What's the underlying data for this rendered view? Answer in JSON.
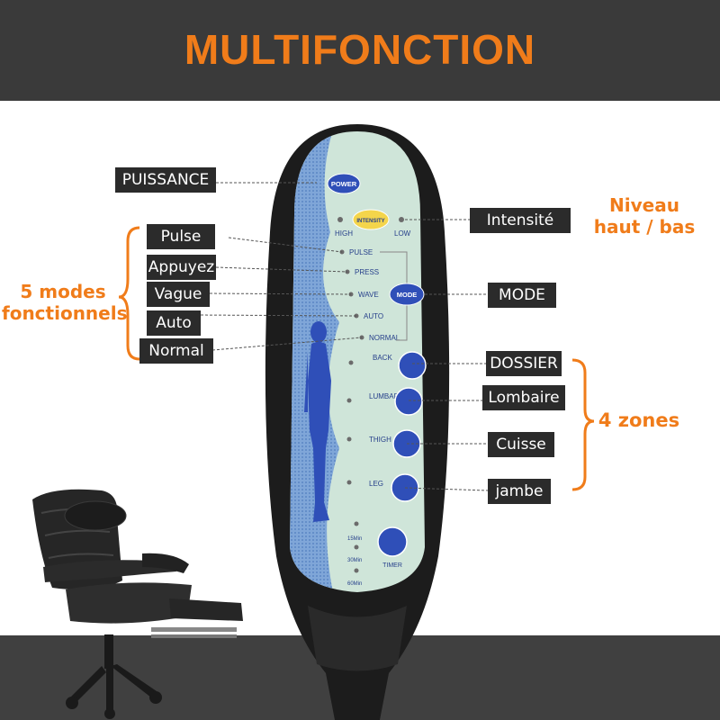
{
  "header": {
    "title": "MULTIFONCTION"
  },
  "callouts": {
    "power": "PUISSANCE",
    "intensity": "Intensité",
    "mode": "MODE",
    "modes": [
      "Pulse",
      "Appuyez",
      "Vague",
      "Auto",
      "Normal"
    ],
    "zones": [
      "DOSSIER",
      "Lombaire",
      "Cuisse",
      "jambe"
    ]
  },
  "annotations": {
    "level_line1": "Niveau",
    "level_line2": "haut / bas",
    "modes_line1": "5 modes",
    "modes_line2": "fonctionnels",
    "zones": "4 zones"
  },
  "remote": {
    "power_button": "POWER",
    "intensity_button": "INTENSITY",
    "high": "HIGH",
    "low": "LOW",
    "mode_button": "MODE",
    "modes": [
      "PULSE",
      "PRESS",
      "WAVE",
      "AUTO",
      "NORMAL"
    ],
    "zones": [
      "BACK",
      "LUMBAR",
      "THIGH",
      "LEG"
    ],
    "timers": [
      "15Min",
      "30Min",
      "60Min"
    ],
    "timer_button": "TIMER"
  },
  "colors": {
    "accent": "#f07c1a",
    "header_bg": "#3a3a3a",
    "label_bg": "#2b2b2b",
    "button_blue": "#2f4fb8",
    "panel_blue": "#7aa2d6",
    "panel_green": "#cfe8dc"
  }
}
